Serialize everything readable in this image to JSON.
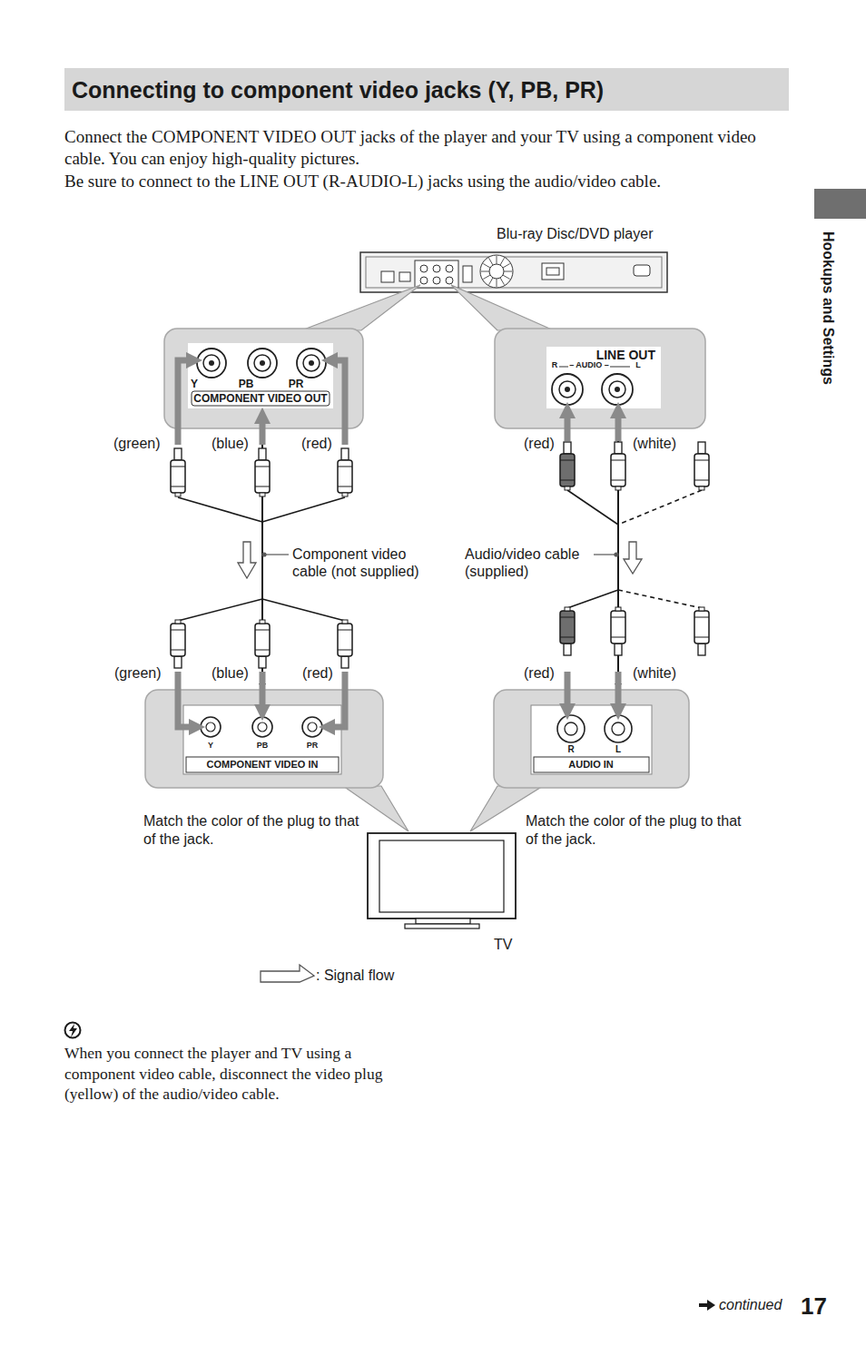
{
  "diagram": {
    "title": "Connecting to component video jacks (Y, PB, PR)",
    "nodes": [
      {
        "text": [
          "Blu-ray Disc/DVD player"
        ]
      },
      {
        "text": [
          "Y",
          "PB",
          "PR",
          "COMPONENT VIDEO OUT"
        ]
      },
      {
        "text": [
          "LINE OUT",
          "R",
          "– AUDIO –",
          "L"
        ]
      },
      {
        "text": [
          "Y",
          "PB",
          "PR",
          "COMPONENT VIDEO IN"
        ]
      },
      {
        "text": [
          "R",
          "L",
          "AUDIO IN"
        ]
      },
      {
        "text": [
          "TV"
        ]
      }
    ],
    "edges": [
      {
        "from": 1,
        "to": 3,
        "arrow": "to",
        "label": "Component video cable (not supplied)"
      },
      {
        "from": 2,
        "to": 4,
        "arrow": "to",
        "label": "Audio/video cable (supplied)"
      }
    ],
    "labels": [
      "Connect the COMPONENT VIDEO OUT jacks of the player and your TV using a component video cable. You can enjoy high-quality pictures.",
      "Be sure to connect to the LINE OUT (R-AUDIO-L) jacks using the audio/video cable.",
      "Hookups and Settings",
      "(green)",
      "(blue)",
      "(red)",
      "(red)",
      "(white)",
      "(green)",
      "(blue)",
      "(red)",
      "(red)",
      "(white)",
      "Match the color of the plug to that of the jack.",
      "Match the color of the plug to that of the jack.",
      "When you connect the player and TV using a component video cable, disconnect the video plug (yellow) of the audio/video cable.",
      "continued",
      "17"
    ],
    "legend": [
      {
        "text": ": Signal flow"
      }
    ]
  }
}
